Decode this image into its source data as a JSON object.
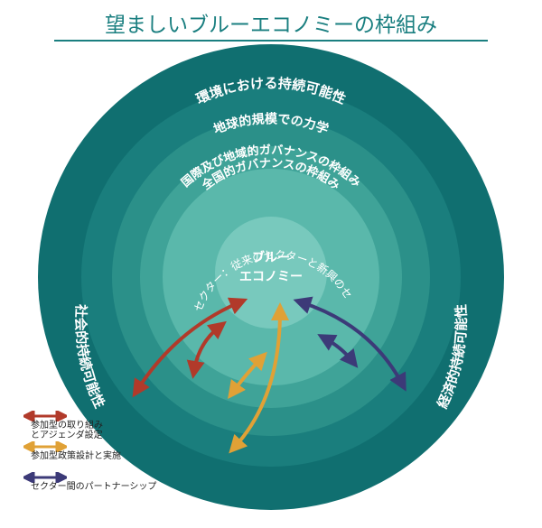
{
  "title": "望ましいブルーエコノミーの枠組み",
  "rings": [
    {
      "label": "環境における持続可能性",
      "color": "#106f70"
    },
    {
      "label": "地球的規模での力学",
      "color": "#1a7e7d"
    },
    {
      "label": "国際及び地域的ガバナンスの枠組み",
      "color": "#2b9089"
    },
    {
      "label": "全国的ガバナンスの枠組み",
      "color": "#3fa398"
    },
    {
      "label": "ブルーセクター：従来のセクターと新興のセクター",
      "color": "#5ab8ab"
    }
  ],
  "core": {
    "line1": "ブルー",
    "line2": "エコノミー",
    "color": "#78c9bd"
  },
  "side_labels": {
    "left": "社会的持続可能性",
    "right": "経済的持続可能性"
  },
  "legend": [
    {
      "label": "参加型の取り組み\nとアジェンダ設定",
      "color": "#b13a2a"
    },
    {
      "label": "参加型政策設計と実施",
      "color": "#e0a136"
    },
    {
      "label": "セクター間のパートナーシップ",
      "color": "#3c3a78"
    }
  ]
}
